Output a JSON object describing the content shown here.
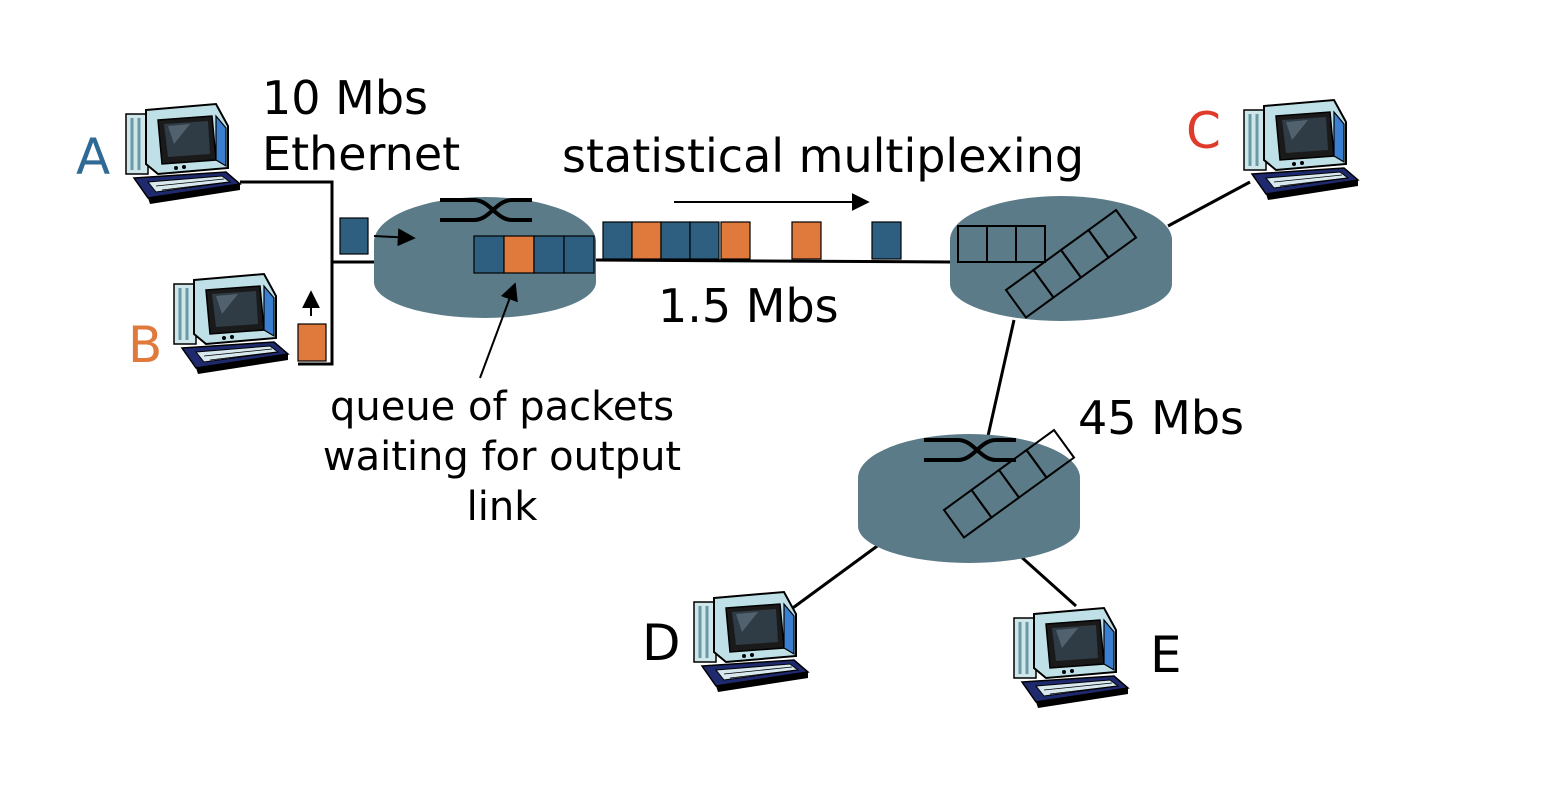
{
  "labels": {
    "link_a_speed": "10 Mbs",
    "link_a_type": "Ethernet",
    "mux": "statistical multiplexing",
    "link_bottleneck": "1.5 Mbs",
    "link_core": "45 Mbs",
    "queue_line1": "queue of packets",
    "queue_line2": "waiting for output",
    "queue_line3": "link"
  },
  "hosts": {
    "a": "A",
    "b": "B",
    "c": "C",
    "d": "D",
    "e": "E"
  },
  "colors": {
    "host_a_label": "#2e6a94",
    "host_b_label": "#e07a3c",
    "host_c_label": "#e03a2a",
    "host_de_label": "#000000",
    "packet_a": "#2e5f80",
    "packet_b": "#e07a3c",
    "router": "#5b7b88"
  }
}
